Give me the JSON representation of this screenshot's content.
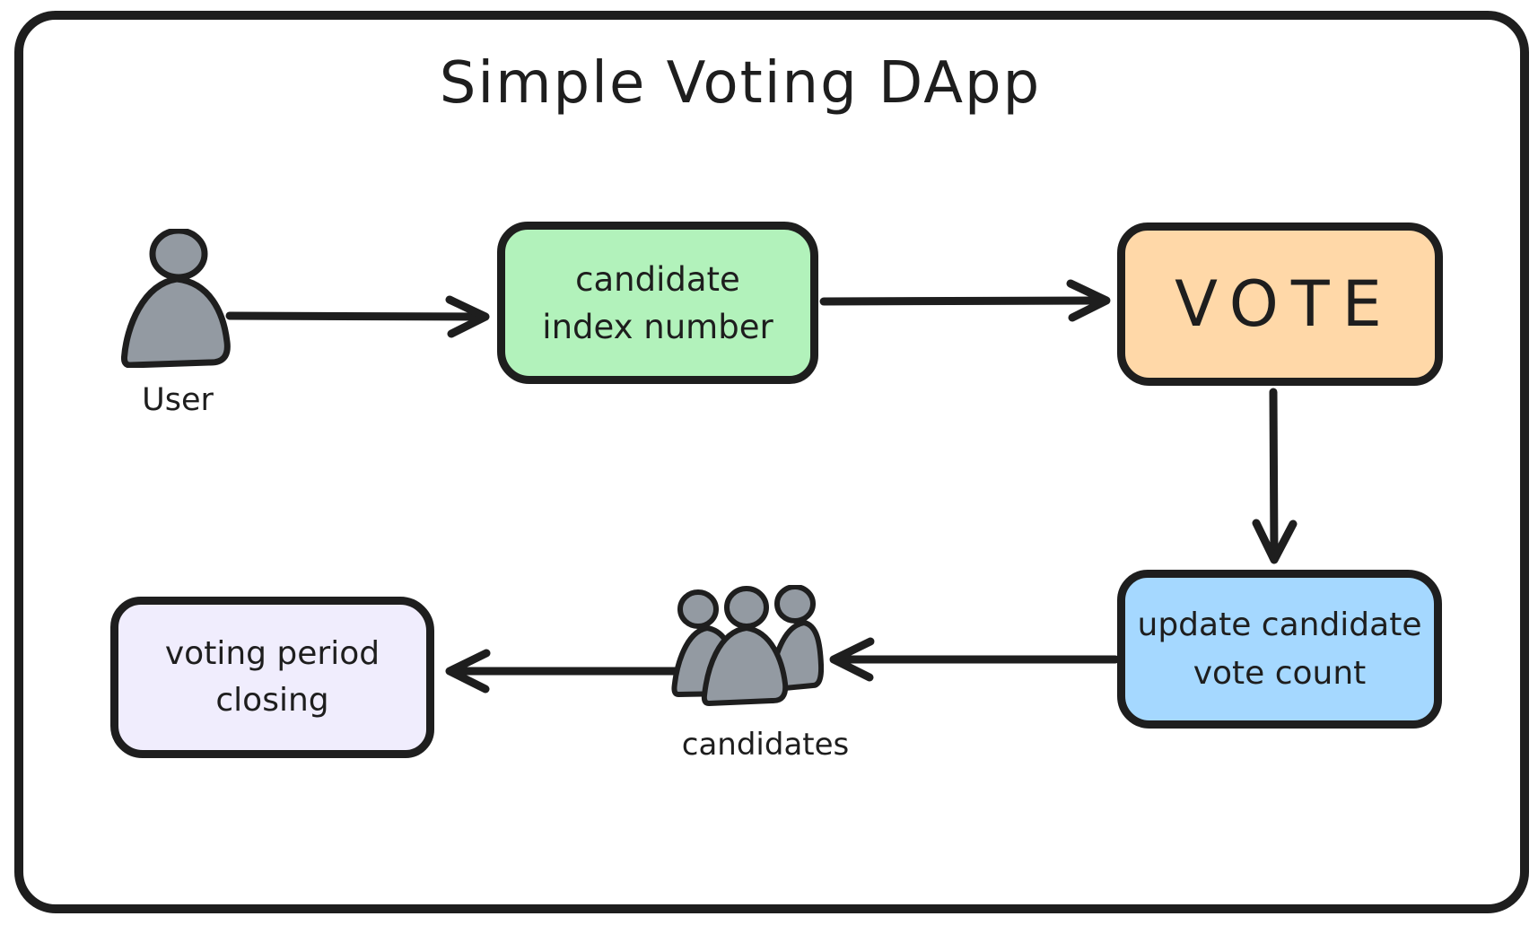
{
  "title": "Simple Voting DApp",
  "colors": {
    "background": "#ffffff",
    "stroke": "#1e1e1e",
    "candidate_index_fill": "#b2f2bb",
    "vote_fill": "#ffd8a8",
    "update_count_fill": "#a5d8ff",
    "voting_period_fill": "#f0edfd",
    "actor_fill": "#939aa2"
  },
  "nodes": {
    "candidate_index": {
      "lines": [
        "candidate",
        "index number"
      ]
    },
    "vote": {
      "label": "VOTE"
    },
    "update_count": {
      "lines": [
        "update candidate",
        "vote count"
      ]
    },
    "voting_period": {
      "lines": [
        "voting period",
        "closing"
      ]
    }
  },
  "actors": {
    "user": {
      "label": "User",
      "icon": "person-icon"
    },
    "candidates": {
      "label": "candidates",
      "icon": "people-group-icon"
    }
  }
}
